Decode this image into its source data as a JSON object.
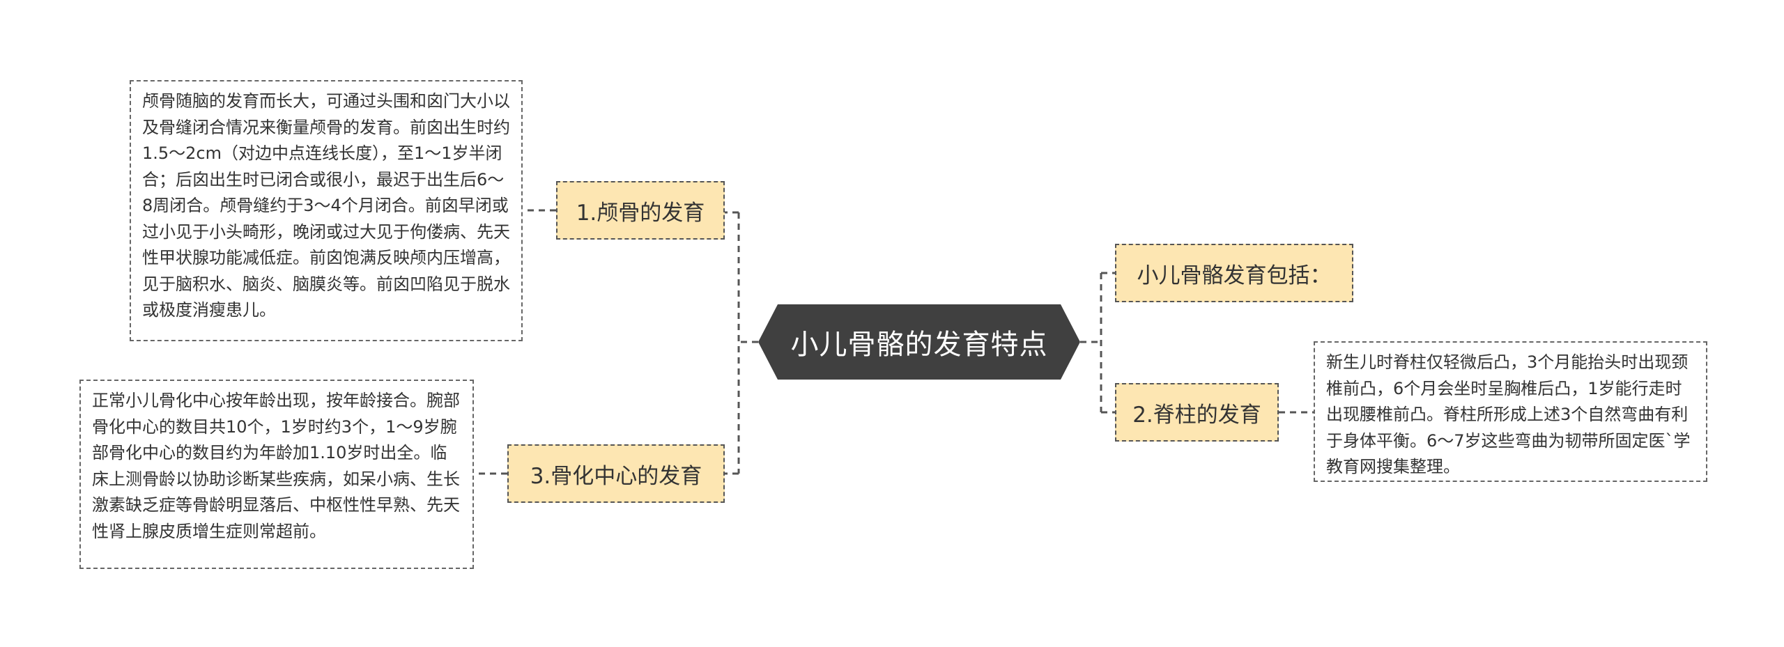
{
  "root": {
    "title": "小儿骨骼的发育特点"
  },
  "branches": {
    "skull": {
      "label": "1.颅骨的发育",
      "detail": "颅骨随脑的发育而长大，可通过头围和囟门大小以及骨缝闭合情况来衡量颅骨的发育。前囟出生时约1.5～2cm（对边中点连线长度），至1～1岁半闭合；后囟出生时已闭合或很小，最迟于出生后6～8周闭合。颅骨缝约于3～4个月闭合。前囟早闭或过小见于小头畸形，晚闭或过大见于佝偻病、先天性甲状腺功能减低症。前囟饱满反映颅内压增高，见于脑积水、脑炎、脑膜炎等。前囟凹陷见于脱水或极度消瘦患儿。"
    },
    "ossification": {
      "label": "3.骨化中心的发育",
      "detail": "正常小儿骨化中心按年龄出现，按年龄接合。腕部骨化中心的数目共10个，1岁时约3个，1～9岁腕部骨化中心的数目约为年龄加1.10岁时出全。临床上测骨龄以协助诊断某些疾病，如呆小病、生长激素缺乏症等骨龄明显落后、中枢性性早熟、先天性肾上腺皮质增生症则常超前。"
    },
    "includes": {
      "label": "小儿骨骼发育包括："
    },
    "spine": {
      "label": "2.脊柱的发育",
      "detail": "新生儿时脊柱仅轻微后凸，3个月能抬头时出现颈椎前凸，6个月会坐时呈胸椎后凸，1岁能行走时出现腰椎前凸。脊柱所形成上述3个自然弯曲有利于身体平衡。6～7岁这些弯曲为韧带所固定医`学教育网搜集整理。"
    }
  },
  "colors": {
    "root_fill": "#404040",
    "branch_fill": "#fde6b2",
    "connector": "#555555"
  }
}
